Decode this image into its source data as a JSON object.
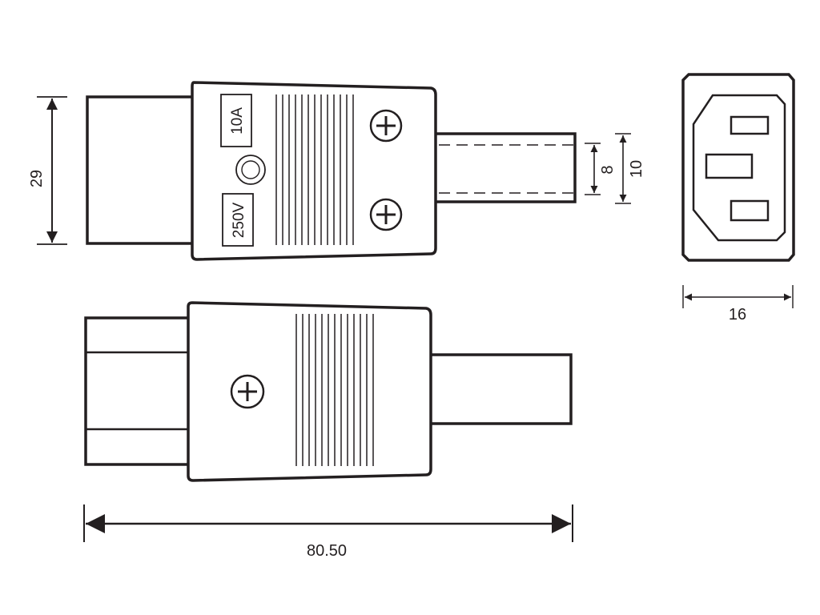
{
  "dimensions": {
    "height": "29",
    "cable_inner": "8",
    "cable_outer": "10",
    "face_width": "16",
    "total_length": "80.50"
  },
  "ratings": {
    "current": "10A",
    "voltage": "250V"
  }
}
